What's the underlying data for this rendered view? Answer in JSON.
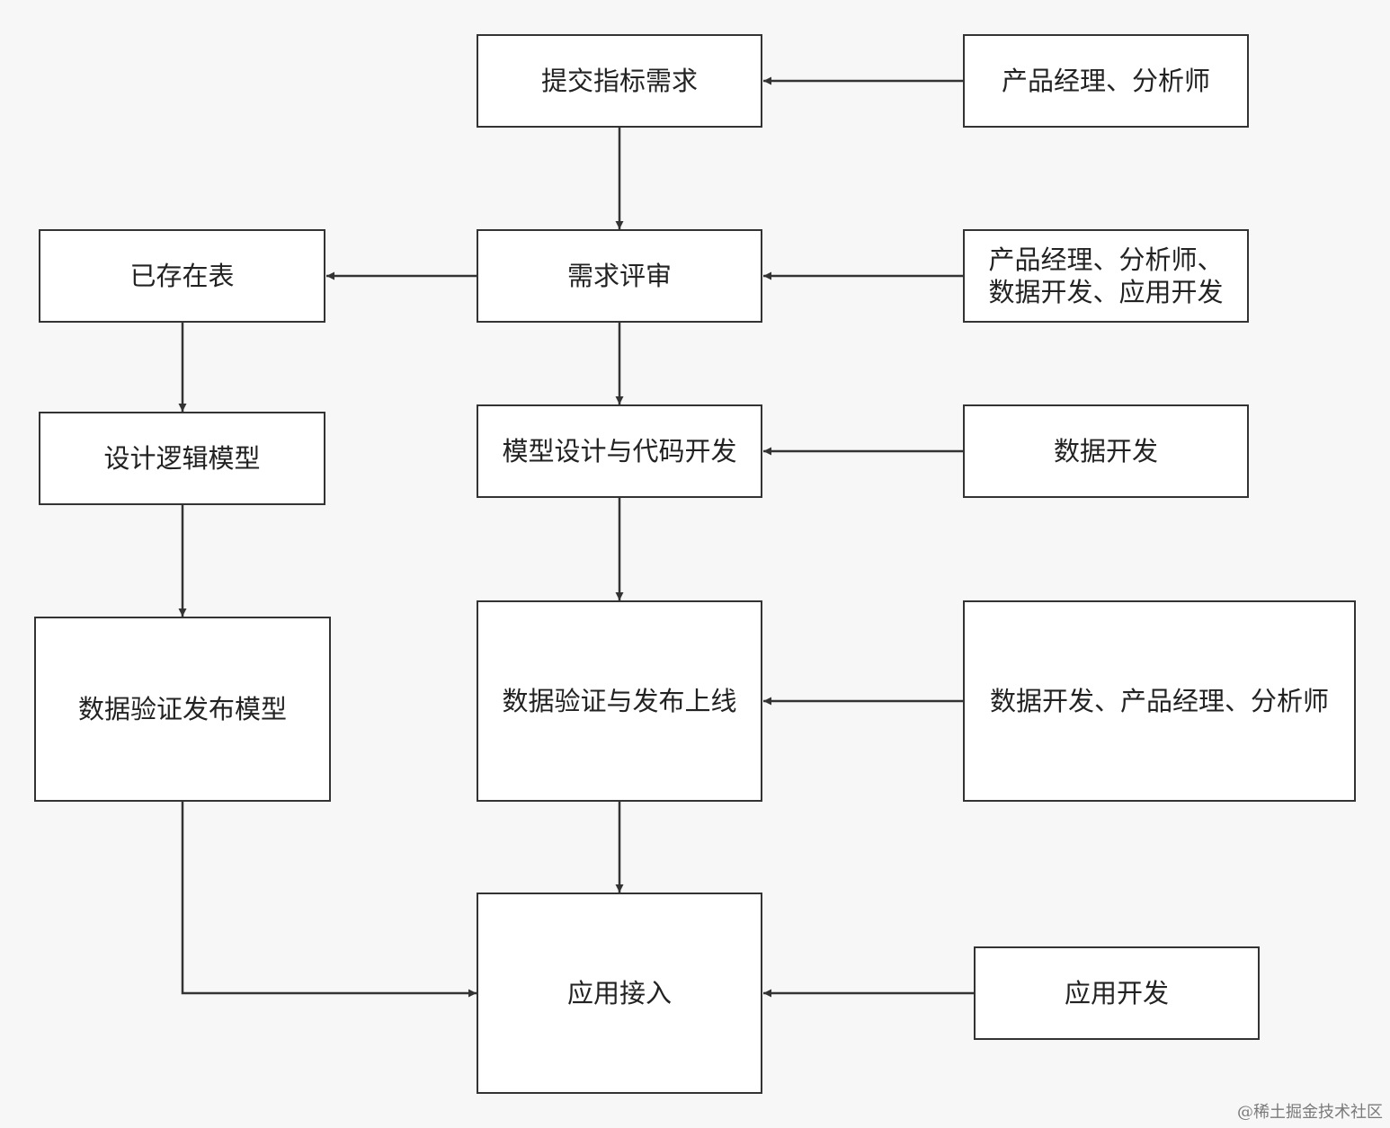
{
  "nodes": [
    {
      "id": "submit",
      "lines": [
        "提交指标需求"
      ]
    },
    {
      "id": "pm1",
      "lines": [
        "产品经理、分析师"
      ]
    },
    {
      "id": "review",
      "lines": [
        "需求评审"
      ]
    },
    {
      "id": "existing",
      "lines": [
        "已存在表"
      ]
    },
    {
      "id": "pm2",
      "lines": [
        "产品经理、分析师、",
        "数据开发、应用开发"
      ]
    },
    {
      "id": "logic",
      "lines": [
        "设计逻辑模型"
      ]
    },
    {
      "id": "model",
      "lines": [
        "模型设计与代码开发"
      ]
    },
    {
      "id": "dev1",
      "lines": [
        "数据开发"
      ]
    },
    {
      "id": "publish",
      "lines": [
        "数据验证发布模型"
      ]
    },
    {
      "id": "validate",
      "lines": [
        "数据验证与发布上线"
      ]
    },
    {
      "id": "dev2",
      "lines": [
        "数据开发、产品经理、分析师"
      ]
    },
    {
      "id": "access",
      "lines": [
        "应用接入"
      ]
    },
    {
      "id": "appdev",
      "lines": [
        "应用开发"
      ]
    }
  ],
  "edges": [
    {
      "from": "pm1",
      "to": "submit"
    },
    {
      "from": "submit",
      "to": "review"
    },
    {
      "from": "pm2",
      "to": "review"
    },
    {
      "from": "review",
      "to": "existing"
    },
    {
      "from": "review",
      "to": "model"
    },
    {
      "from": "existing",
      "to": "logic"
    },
    {
      "from": "logic",
      "to": "publish"
    },
    {
      "from": "dev1",
      "to": "model"
    },
    {
      "from": "model",
      "to": "validate"
    },
    {
      "from": "dev2",
      "to": "validate"
    },
    {
      "from": "validate",
      "to": "access"
    },
    {
      "from": "publish",
      "to": "access"
    },
    {
      "from": "appdev",
      "to": "access"
    }
  ],
  "colors": {
    "stroke": "#333333",
    "fill": "#ffffff",
    "background": "#f7f7f7"
  },
  "watermark": "@稀土掘金技术社区"
}
